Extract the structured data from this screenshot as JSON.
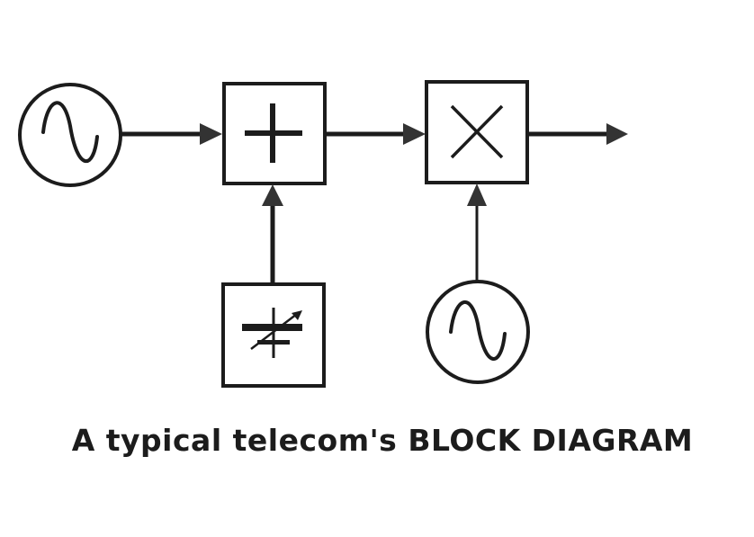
{
  "caption": "A typical telecom's BLOCK DIAGRAM",
  "colors": {
    "stroke": "#1c1c1c",
    "arrow_fill": "#333333",
    "background": "#ffffff"
  },
  "blocks": [
    {
      "id": "oscillator-1",
      "kind": "oscillator",
      "icon": "sine-wave-icon"
    },
    {
      "id": "adder",
      "kind": "summing-junction",
      "icon": "plus-icon"
    },
    {
      "id": "multiplier",
      "kind": "mixer",
      "icon": "multiply-icon"
    },
    {
      "id": "variable-capacitor",
      "kind": "variable-capacitor",
      "icon": "variable-capacitor-icon"
    },
    {
      "id": "oscillator-2",
      "kind": "oscillator",
      "icon": "sine-wave-icon"
    }
  ],
  "connections": [
    {
      "from": "oscillator-1",
      "to": "adder"
    },
    {
      "from": "variable-capacitor",
      "to": "adder"
    },
    {
      "from": "adder",
      "to": "multiplier"
    },
    {
      "from": "oscillator-2",
      "to": "multiplier"
    },
    {
      "from": "multiplier",
      "to": "output"
    }
  ]
}
